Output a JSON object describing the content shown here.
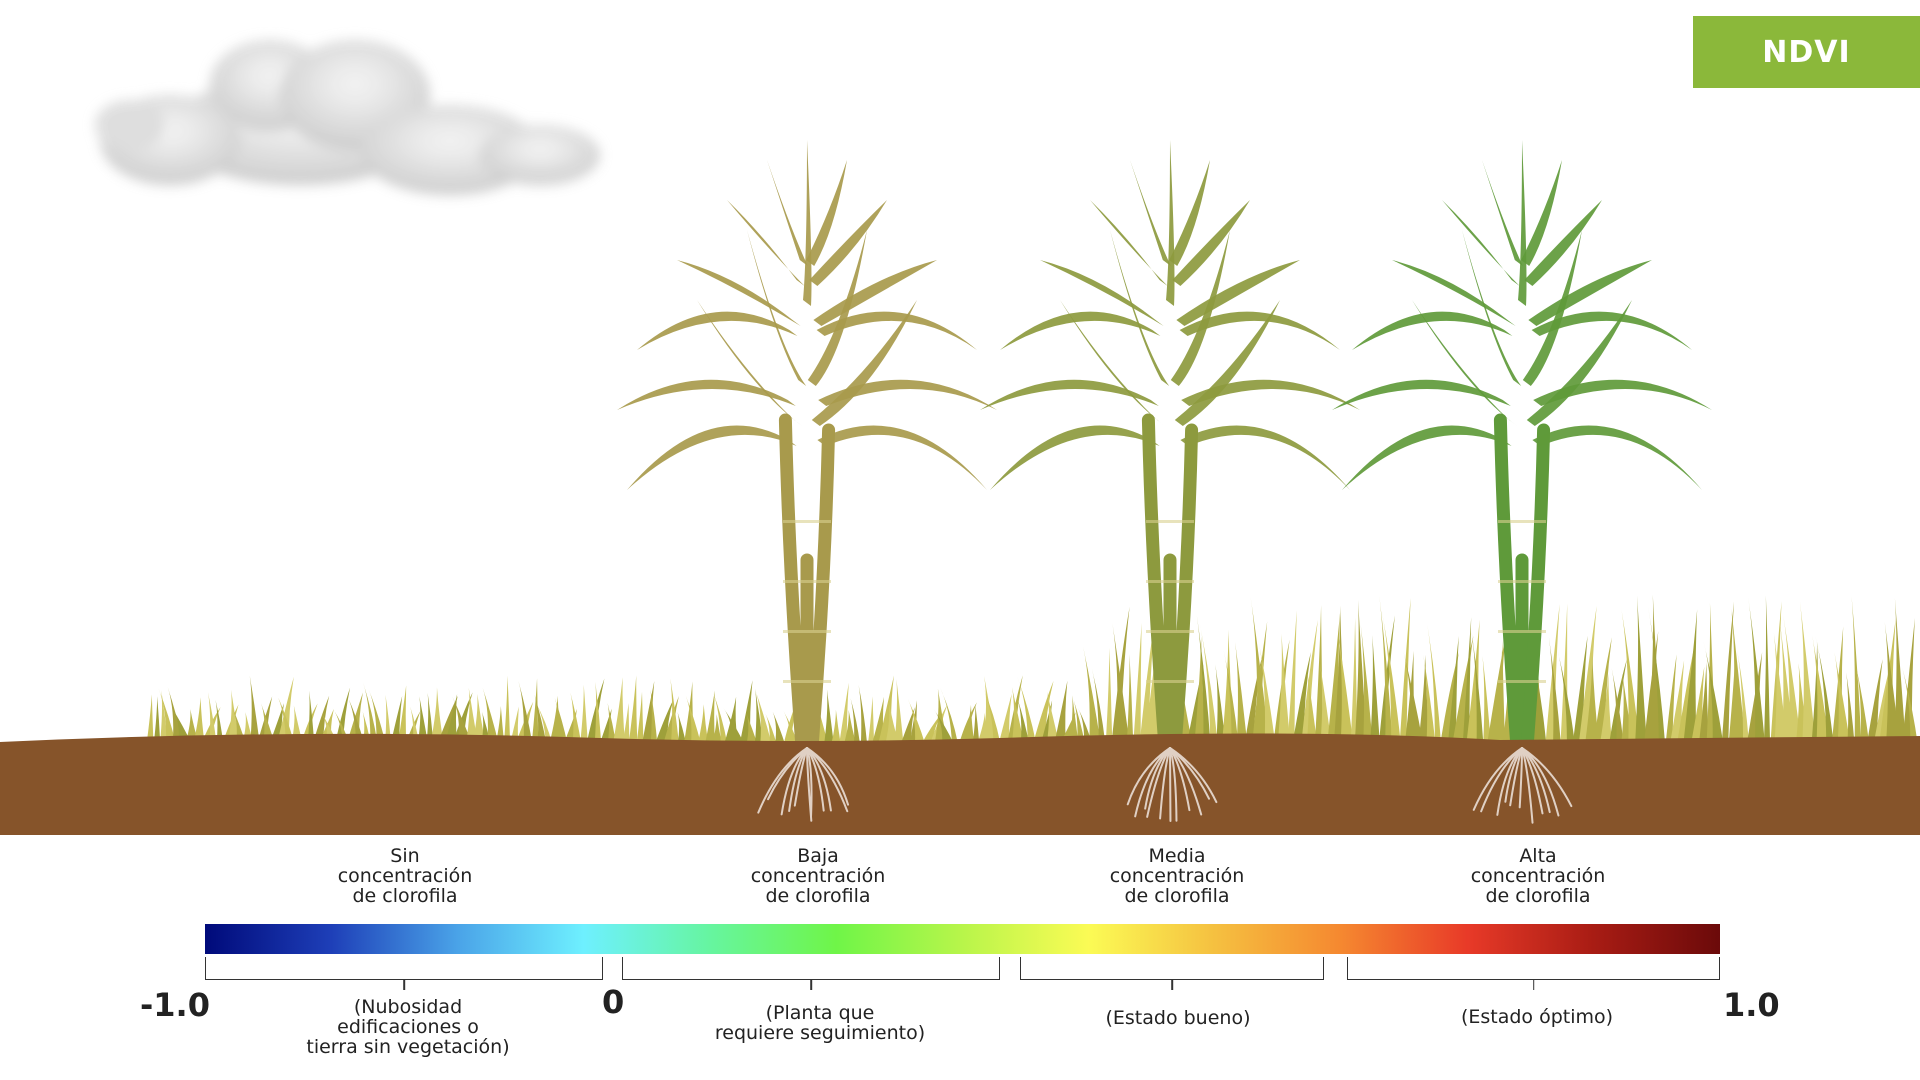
{
  "badge": {
    "text": "NDVI",
    "color": "#8bb83a"
  },
  "colors": {
    "soil": "#86542a",
    "plant_low": "#a89a4c",
    "plant_medium": "#8d9a3e",
    "plant_high": "#5f9a3a"
  },
  "scale": {
    "min_label": "-1.0",
    "zero_label": "0",
    "max_label": "1.0",
    "gradient_stops": [
      "#000a7a",
      "#1e3fb8",
      "#4aa3e8",
      "#6ef0ff",
      "#66f5a0",
      "#6ff548",
      "#b8f54a",
      "#fbfb55",
      "#f5c040",
      "#f58830",
      "#e83a28",
      "#a81c14",
      "#6b0a0a"
    ]
  },
  "categories": [
    {
      "title": "Sin\nconcentración\nde clorofila",
      "desc": "(Nubosidad\nedificaciones o\ntierra sin vegetación)"
    },
    {
      "title": "Baja\nconcentración\nde clorofila",
      "desc": "(Planta que\nrequiere seguimiento)"
    },
    {
      "title": "Media\nconcentración\nde clorofila",
      "desc": "(Estado bueno)"
    },
    {
      "title": "Alta\nconcentración\nde clorofila",
      "desc": "(Estado óptimo)"
    }
  ]
}
